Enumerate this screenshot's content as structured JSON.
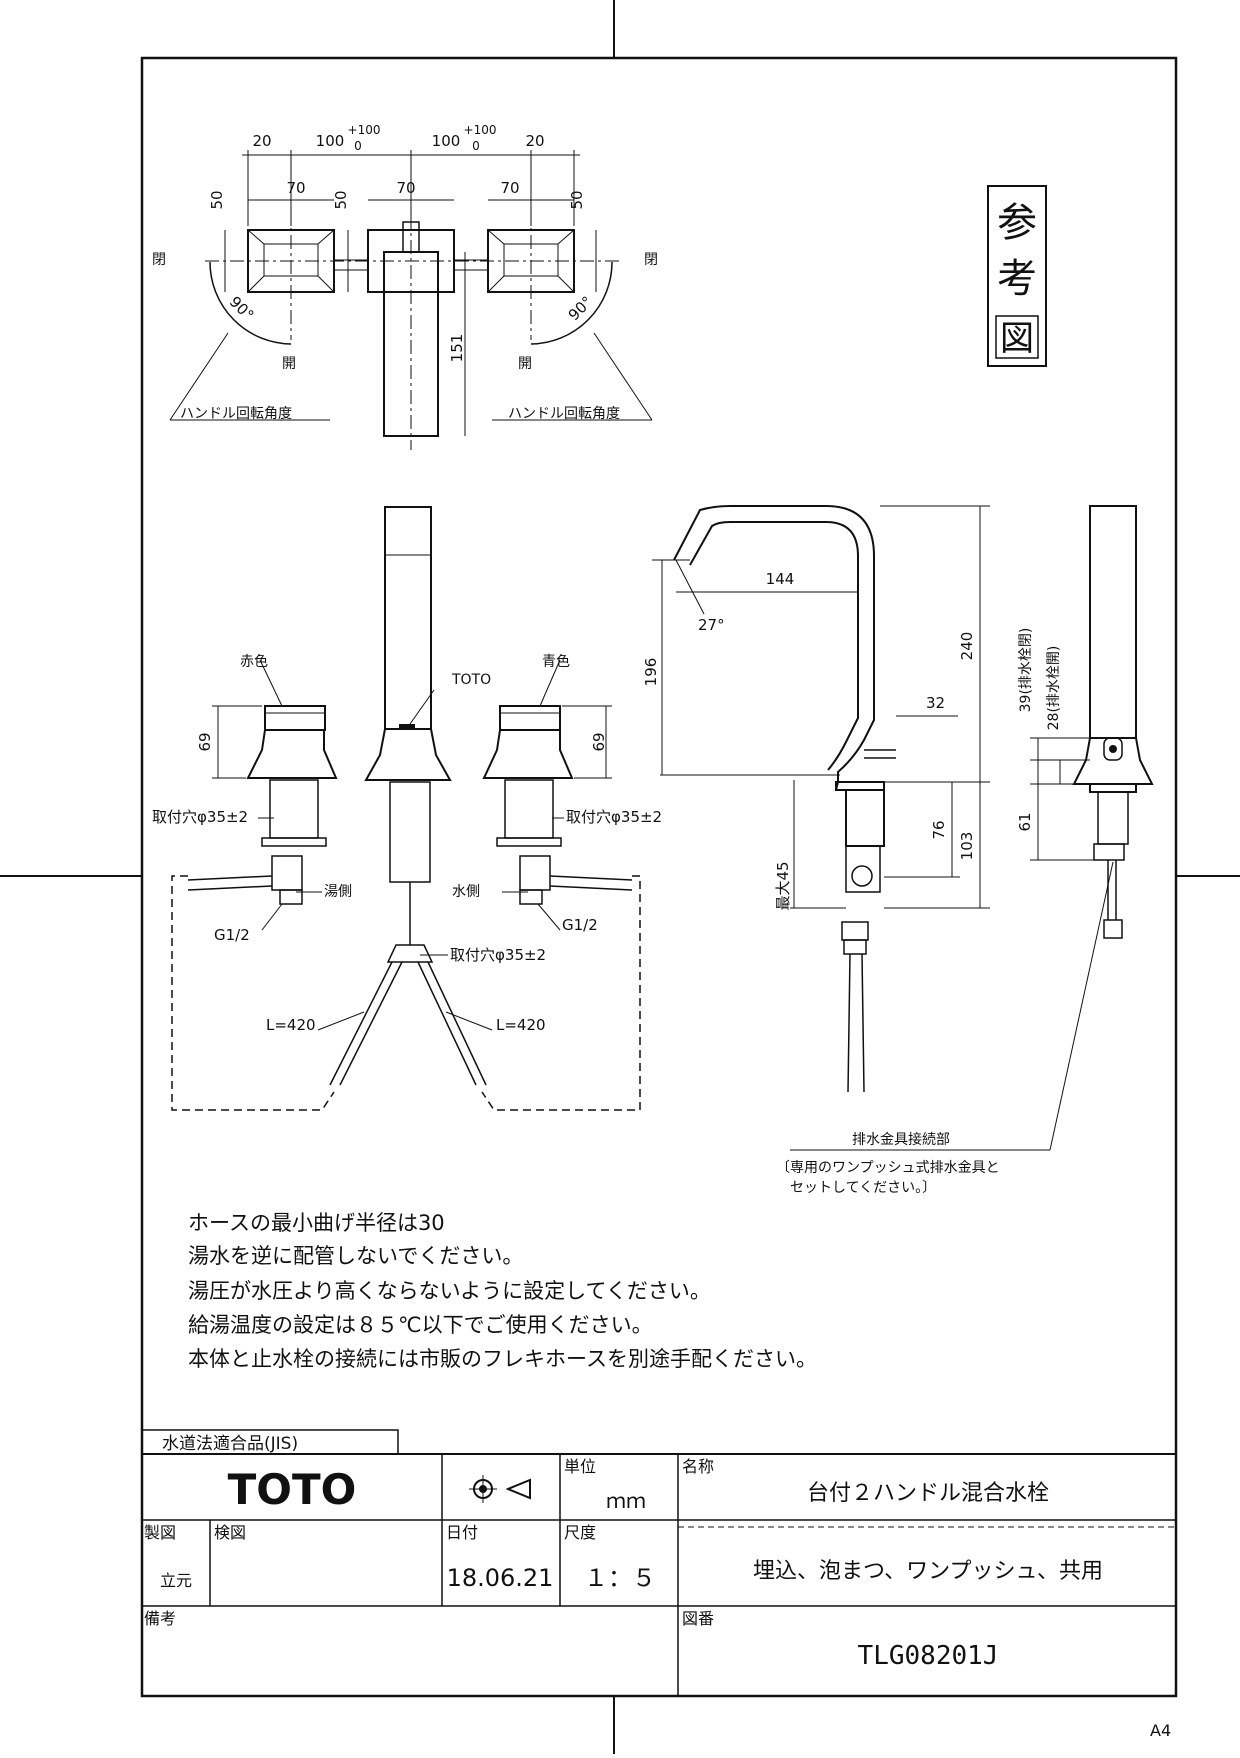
{
  "dimensions": {
    "top": {
      "d20_left": "20",
      "d100_left": "100",
      "tol_left_up": "+100",
      "tol_left_dn": "0",
      "d100_right": "100",
      "tol_right_up": "+100",
      "tol_right_dn": "0",
      "d20_right": "20",
      "w70_a": "70",
      "w70_b": "70",
      "w70_c": "70",
      "h50_a": "50",
      "h50_b": "50",
      "h50_c": "50",
      "spout_len": "151",
      "angle_left": "90°",
      "angle_right": "90°"
    },
    "front": {
      "h69_left": "69",
      "h69_right": "69",
      "hole_left": "取付穴φ35±2",
      "hole_right": "取付穴φ35±2",
      "hole_center": "取付穴φ35±2",
      "g_left": "G1/2",
      "g_right": "G1/2",
      "l_left": "L=420",
      "l_right": "L=420"
    },
    "side": {
      "reach": "144",
      "angle": "27°",
      "h196": "196",
      "h240": "240",
      "d32": "32",
      "d76": "76",
      "d103": "103",
      "max45": "最大45"
    },
    "back": {
      "d39": "39(排水栓閉)",
      "d28": "28(排水栓開)",
      "d61": "61"
    }
  },
  "labels": {
    "open_tl": "閉",
    "open_tr": "閉",
    "open_bl": "開",
    "open_br": "開",
    "handle_angle_left": "ハンドル回転角度",
    "handle_angle_right": "ハンドル回転角度",
    "red": "赤色",
    "blue": "青色",
    "toto_mark": "TOTO",
    "hot_side": "湯側",
    "cold_side": "水側",
    "drain_conn": "排水金具接続部",
    "drain_note1": "〔専用のワンプッシュ式排水金具と",
    "drain_note2": "セットしてください。〕"
  },
  "reference_stamp": [
    "参",
    "考",
    "図"
  ],
  "notes": [
    "ホースの最小曲げ半径は30",
    "湯水を逆に配管しないでください。",
    "湯圧が水圧より高くならないように設定してください。",
    "給湯温度の設定は８５℃以下でご使用ください。",
    "本体と止水栓の接続には市販のフレキホースを別途手配ください。"
  ],
  "title_block": {
    "jis_label": "水道法適合品(JIS)",
    "brand": "TOTO",
    "unit_label": "単位",
    "unit_value": "ｍｍ",
    "name_label": "名称",
    "name_value": "台付２ハンドル混合水栓",
    "sub_value": "埋込、泡まつ、ワンプッシュ、共用",
    "drafter_label": "製図",
    "drafter_value": "立元",
    "checker_label": "検図",
    "date_label": "日付",
    "date_value": "18.06.21",
    "scale_label": "尺度",
    "scale_value": "１：５",
    "remarks_label": "備考",
    "dwg_label": "図番",
    "dwg_value": "TLG08201J"
  },
  "paper_size": "A4"
}
